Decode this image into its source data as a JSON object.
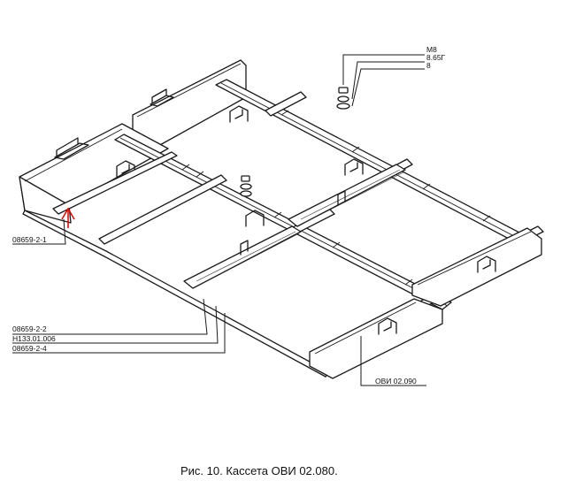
{
  "callouts": {
    "m8": "M8",
    "washer": "8.65Г",
    "n8": "8",
    "part_1": "08659-2-1",
    "part_2": "08659-2-2",
    "part_3": "Н133.01.006",
    "part_4": "08659-2-4",
    "ovi": "ОВИ 02.090"
  },
  "caption": "Рис. 10. Кассета ОВИ 02.080.",
  "colors": {
    "pointer": "#e00000",
    "line": "#1a1a1a"
  }
}
